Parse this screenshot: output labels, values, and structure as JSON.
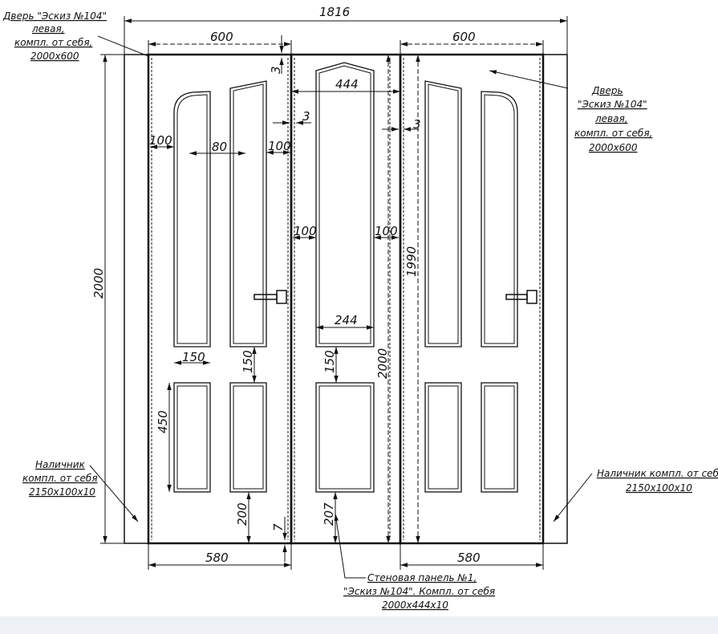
{
  "dimensions": {
    "overall_width": "1816",
    "door_left_width": "600",
    "door_right_width": "600",
    "gap_top": "3",
    "gap_left_panel": "3",
    "gap_right_panel": "3",
    "panel_width": "444",
    "left_margin": "100",
    "mid_gap": "80",
    "right_margin": "100",
    "panel_left_margin": "100",
    "panel_right_margin": "100",
    "height_overall": "2000",
    "height_panel": "2000",
    "height_door_right": "1990",
    "window_width": "244",
    "glass_bottom_width": "150",
    "gap_vertical_left": "150",
    "gap_vertical_panel": "150",
    "lower_panel_height": "450",
    "bottom_rail_left": "200",
    "bottom_gap_left": "7",
    "bottom_rail_panel": "207",
    "door_left_bottom_width": "580",
    "door_right_bottom_width": "580"
  },
  "notes": {
    "door_left": [
      "Дверь \"Эскиз №104\"",
      "левая,",
      "компл. от себя,",
      "2000х600"
    ],
    "door_right": [
      "Дверь",
      "\"Эскиз №104\"",
      "левая,",
      "компл. от себя,",
      "2000х600"
    ],
    "trim_left": [
      "Наличник",
      "компл. от себя",
      "2150х100х10"
    ],
    "trim_right": [
      "Наличник компл. от себя",
      "2150х100х10"
    ],
    "panel": [
      "Стеновая панель №1,",
      "\"Эскиз №104\". Компл. от себя",
      "2000х444х10"
    ]
  }
}
